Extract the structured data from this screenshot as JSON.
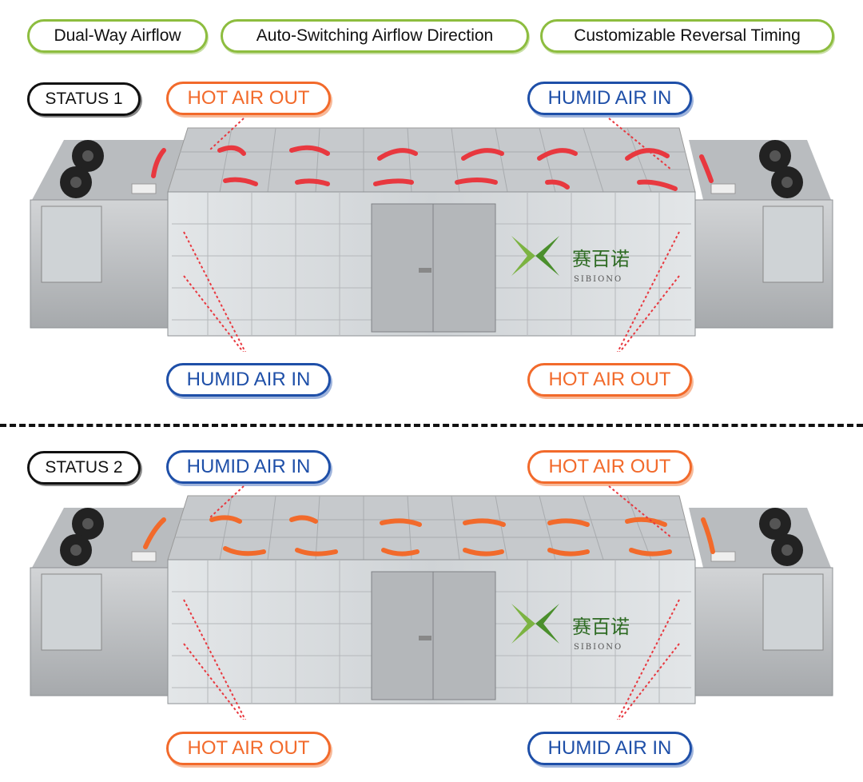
{
  "features": [
    "Dual-Way Airflow",
    "Auto-Switching Airflow Direction",
    "Customizable Reversal Timing"
  ],
  "status1": {
    "label": "STATUS 1",
    "top_left": "HOT AIR OUT",
    "top_right": "HUMID AIR IN",
    "bottom_left": "HUMID AIR IN",
    "bottom_right": "HOT AIR OUT",
    "arrow_color": "#e8383f"
  },
  "status2": {
    "label": "STATUS 2",
    "top_left": "HUMID AIR IN",
    "top_right": "HOT AIR OUT",
    "bottom_left": "HOT AIR OUT",
    "bottom_right": "HUMID AIR IN",
    "arrow_color": "#f26a2b"
  },
  "brand": {
    "chinese": "赛百诺",
    "latin": "SIBIONO"
  },
  "colors": {
    "hot": "#f26a2b",
    "humid": "#1e4fa8",
    "feature_border": "#8dbd3f",
    "leader_line": "#e8383f"
  }
}
